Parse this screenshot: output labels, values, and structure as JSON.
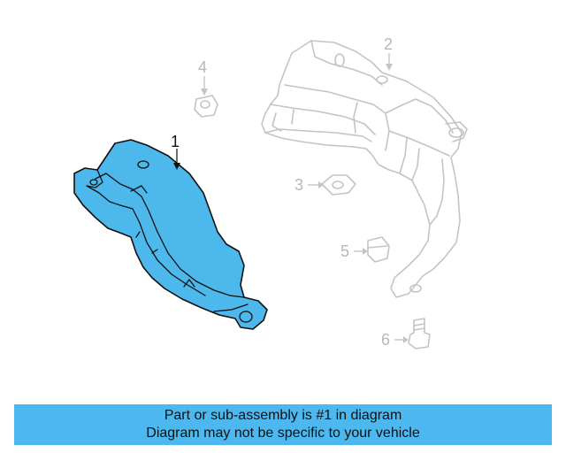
{
  "callouts": {
    "part1": "1",
    "part2": "2",
    "part3": "3",
    "part4": "4",
    "part5": "5",
    "part6": "6"
  },
  "banner": {
    "line1": "Part or sub-assembly is #1 in diagram",
    "line2": "Diagram may not be specific to your vehicle"
  },
  "colors": {
    "highlight": "#4cb8ec",
    "banner_bg": "#4db8ef",
    "ghost": "#c4c4c4"
  }
}
